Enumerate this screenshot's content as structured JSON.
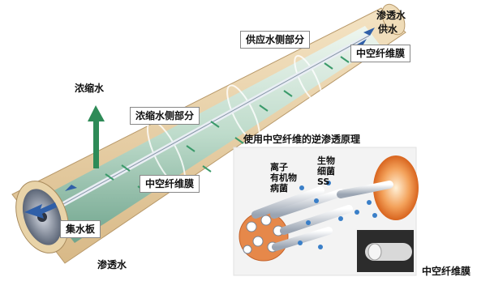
{
  "labels": {
    "permeate_top": "渗透水",
    "supply_water": "供水",
    "supply_side": "供应水侧部分",
    "hollow_fiber_top": "中空纤维膜",
    "concentrate": "浓缩水",
    "concentrate_side": "浓缩水侧部分",
    "inset_title": "使用中空纤维的逆渗透原理",
    "ions_lines": [
      "离子",
      "有机物",
      "病菌"
    ],
    "bio_lines": [
      "生物",
      "细菌",
      "SS"
    ],
    "hollow_fiber_mid": "中空纤维膜",
    "collector_plate": "集水板",
    "permeate_bottom": "渗透水",
    "hollow_fiber_bottom": "中空纤维膜"
  },
  "colors": {
    "shell": "#ead2a5",
    "tube_glass": "#cfe6dc",
    "green_arrow": "#2e8b57",
    "blue_arrow": "#2f5fa8",
    "dot": "#3a7fc8",
    "orange": "#e4802c"
  }
}
